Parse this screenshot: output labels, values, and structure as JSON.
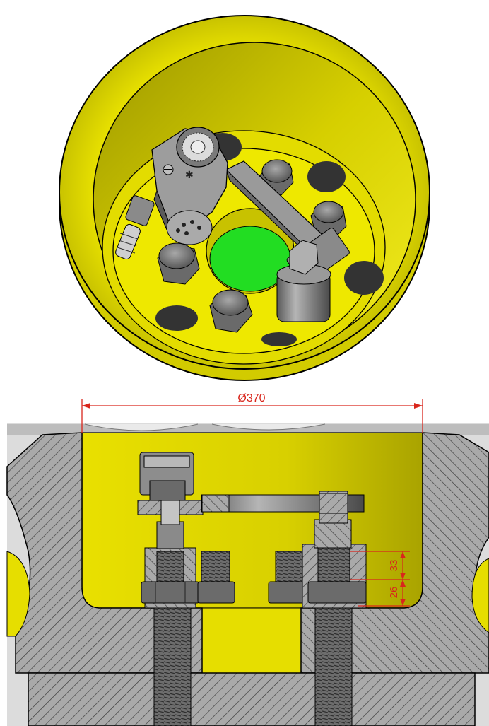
{
  "figure": {
    "top_view": {
      "description_hidden": ""
    },
    "section_view": {
      "dimensions": {
        "diameter": "Ø370",
        "upper_height": "33",
        "lower_height": "26"
      }
    }
  },
  "colors": {
    "housing_yellow": "#e8e000",
    "housing_yellow_dark": "#b9b300",
    "inner_shadow": "#8f8a00",
    "steel_grey": "#7d7d7d",
    "steel_dark": "#4a4a4a",
    "hole_green": "#22dd22",
    "plate_black": "#333333",
    "hatch": "#3c3c3c",
    "section_fill": "#9a9a9a",
    "dimension_red": "#d9261c"
  }
}
